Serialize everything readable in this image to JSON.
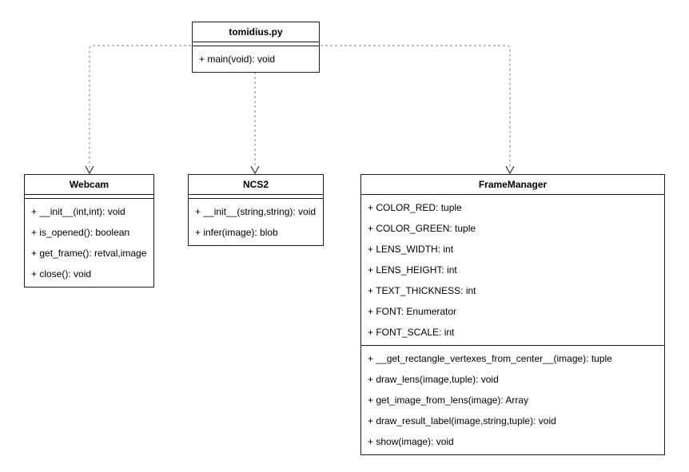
{
  "diagram": {
    "type": "uml-class-diagram",
    "colors": {
      "background": "#ffffff",
      "box_fill": "#ffffff",
      "box_border": "#1f1f1f",
      "connector": "#808080",
      "arrowhead": "#333333",
      "text": "#000000"
    },
    "classes": [
      {
        "name": "tomidius.py",
        "attributes": [],
        "methods": [
          "+ main(void): void"
        ]
      },
      {
        "name": "Webcam",
        "attributes": [],
        "methods": [
          "+ __init__(int,int): void",
          "+ is_opened(): boolean",
          "+ get_frame(): retval,image",
          "+ close(): void"
        ]
      },
      {
        "name": "NCS2",
        "attributes": [],
        "methods": [
          "+ __init__(string,string): void",
          "+ infer(image): blob"
        ]
      },
      {
        "name": "FrameManager",
        "attributes": [
          "+ COLOR_RED: tuple",
          "+ COLOR_GREEN: tuple",
          "+ LENS_WIDTH: int",
          "+ LENS_HEIGHT: int",
          "+ TEXT_THICKNESS: int",
          "+ FONT: Enumerator",
          "+ FONT_SCALE: int"
        ],
        "methods": [
          "+ __get_rectangle_vertexes_from_center__(image): tuple",
          "+ draw_lens(image,tuple): void",
          "+ get_image_from_lens(image): Array",
          "+ draw_result_label(image,string,tuple): void",
          "+ show(image): void"
        ]
      }
    ],
    "relations": [
      {
        "from": "tomidius.py",
        "to": "Webcam",
        "style": "dashed",
        "arrow": "open"
      },
      {
        "from": "tomidius.py",
        "to": "NCS2",
        "style": "dashed",
        "arrow": "open"
      },
      {
        "from": "tomidius.py",
        "to": "FrameManager",
        "style": "dashed",
        "arrow": "open"
      }
    ]
  }
}
